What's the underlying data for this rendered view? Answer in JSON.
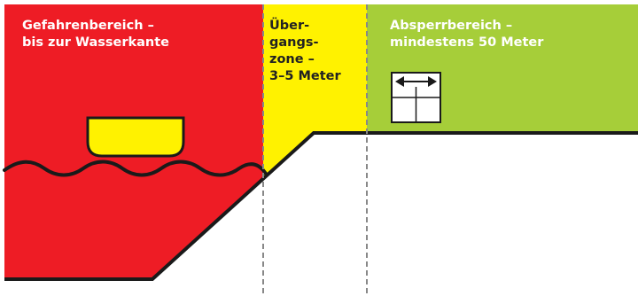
{
  "zones": {
    "danger": {
      "label": "Gefahrenbereich –\nbis zur Wasserkante",
      "color": "#ee1c25"
    },
    "transition": {
      "label": "Über-\ngangs-\nzone –\n3–5 Meter",
      "color": "#fff200"
    },
    "barrier": {
      "label": "Absperrbereich –\nmindestens 50 Meter",
      "color": "#a6ce39"
    }
  },
  "icons": {
    "boat": "boat-icon",
    "barrier_sign": "barrier-sign-icon"
  },
  "colors": {
    "ground": "#ffffff",
    "outline": "#1a1a1a",
    "divider": "#888888",
    "boat_fill": "#fff200"
  }
}
